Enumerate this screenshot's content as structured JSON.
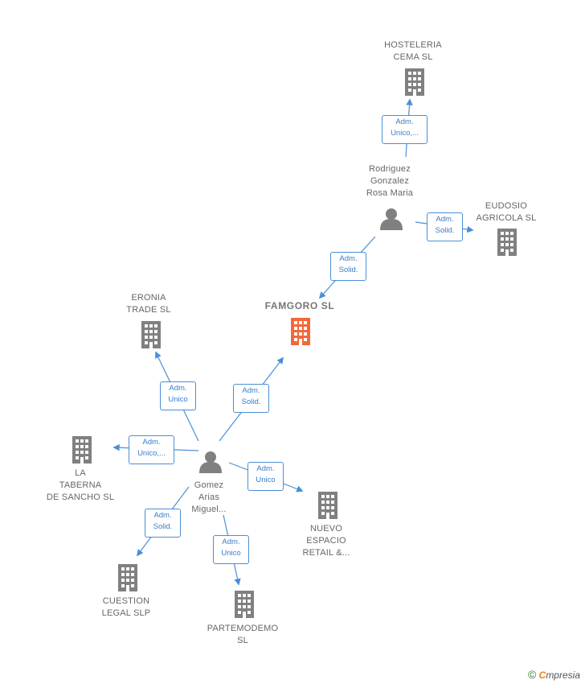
{
  "colors": {
    "edge": "#4a8fd6",
    "node": "#808080",
    "center": "#f2683a",
    "person": "#808080"
  },
  "nodes": {
    "hosteleria": {
      "label": "HOSTELERIA\nCEMA  SL",
      "icon": "building-icon"
    },
    "rodriguez": {
      "label": "Rodriguez\nGonzalez\nRosa Maria",
      "icon": "person-icon"
    },
    "eudosio": {
      "label": "EUDOSIO\nAGRICOLA  SL",
      "icon": "building-icon"
    },
    "famgoro": {
      "label": "FAMGORO  SL",
      "icon": "building-icon"
    },
    "eronia": {
      "label": "ERONIA\nTRADE SL",
      "icon": "building-icon"
    },
    "gomez": {
      "label": "Gomez\nArias\nMiguel...",
      "icon": "person-icon"
    },
    "la_taberna": {
      "label": "LA\nTABERNA\nDE SANCHO SL",
      "icon": "building-icon"
    },
    "nuevo_espacio": {
      "label": "NUEVO\nESPACIO\nRETAIL &...",
      "icon": "building-icon"
    },
    "cuestion": {
      "label": "CUESTION\nLEGAL  SLP",
      "icon": "building-icon"
    },
    "partemodemo": {
      "label": "PARTEMODEMO\nSL",
      "icon": "building-icon"
    }
  },
  "edges": {
    "e1": "Adm.\nUnico,...",
    "e2": "Adm.\nSolid.",
    "e3": "Adm.\nSolid.",
    "e4": "Adm.\nUnico",
    "e5": "Adm.\nSolid.",
    "e6": "Adm.\nUnico,...",
    "e7": "Adm.\nUnico",
    "e8": "Adm.\nSolid.",
    "e9": "Adm.\nUnico"
  },
  "watermark": {
    "symbol": "©",
    "brand_first": "C",
    "brand_rest": "mpresia"
  }
}
